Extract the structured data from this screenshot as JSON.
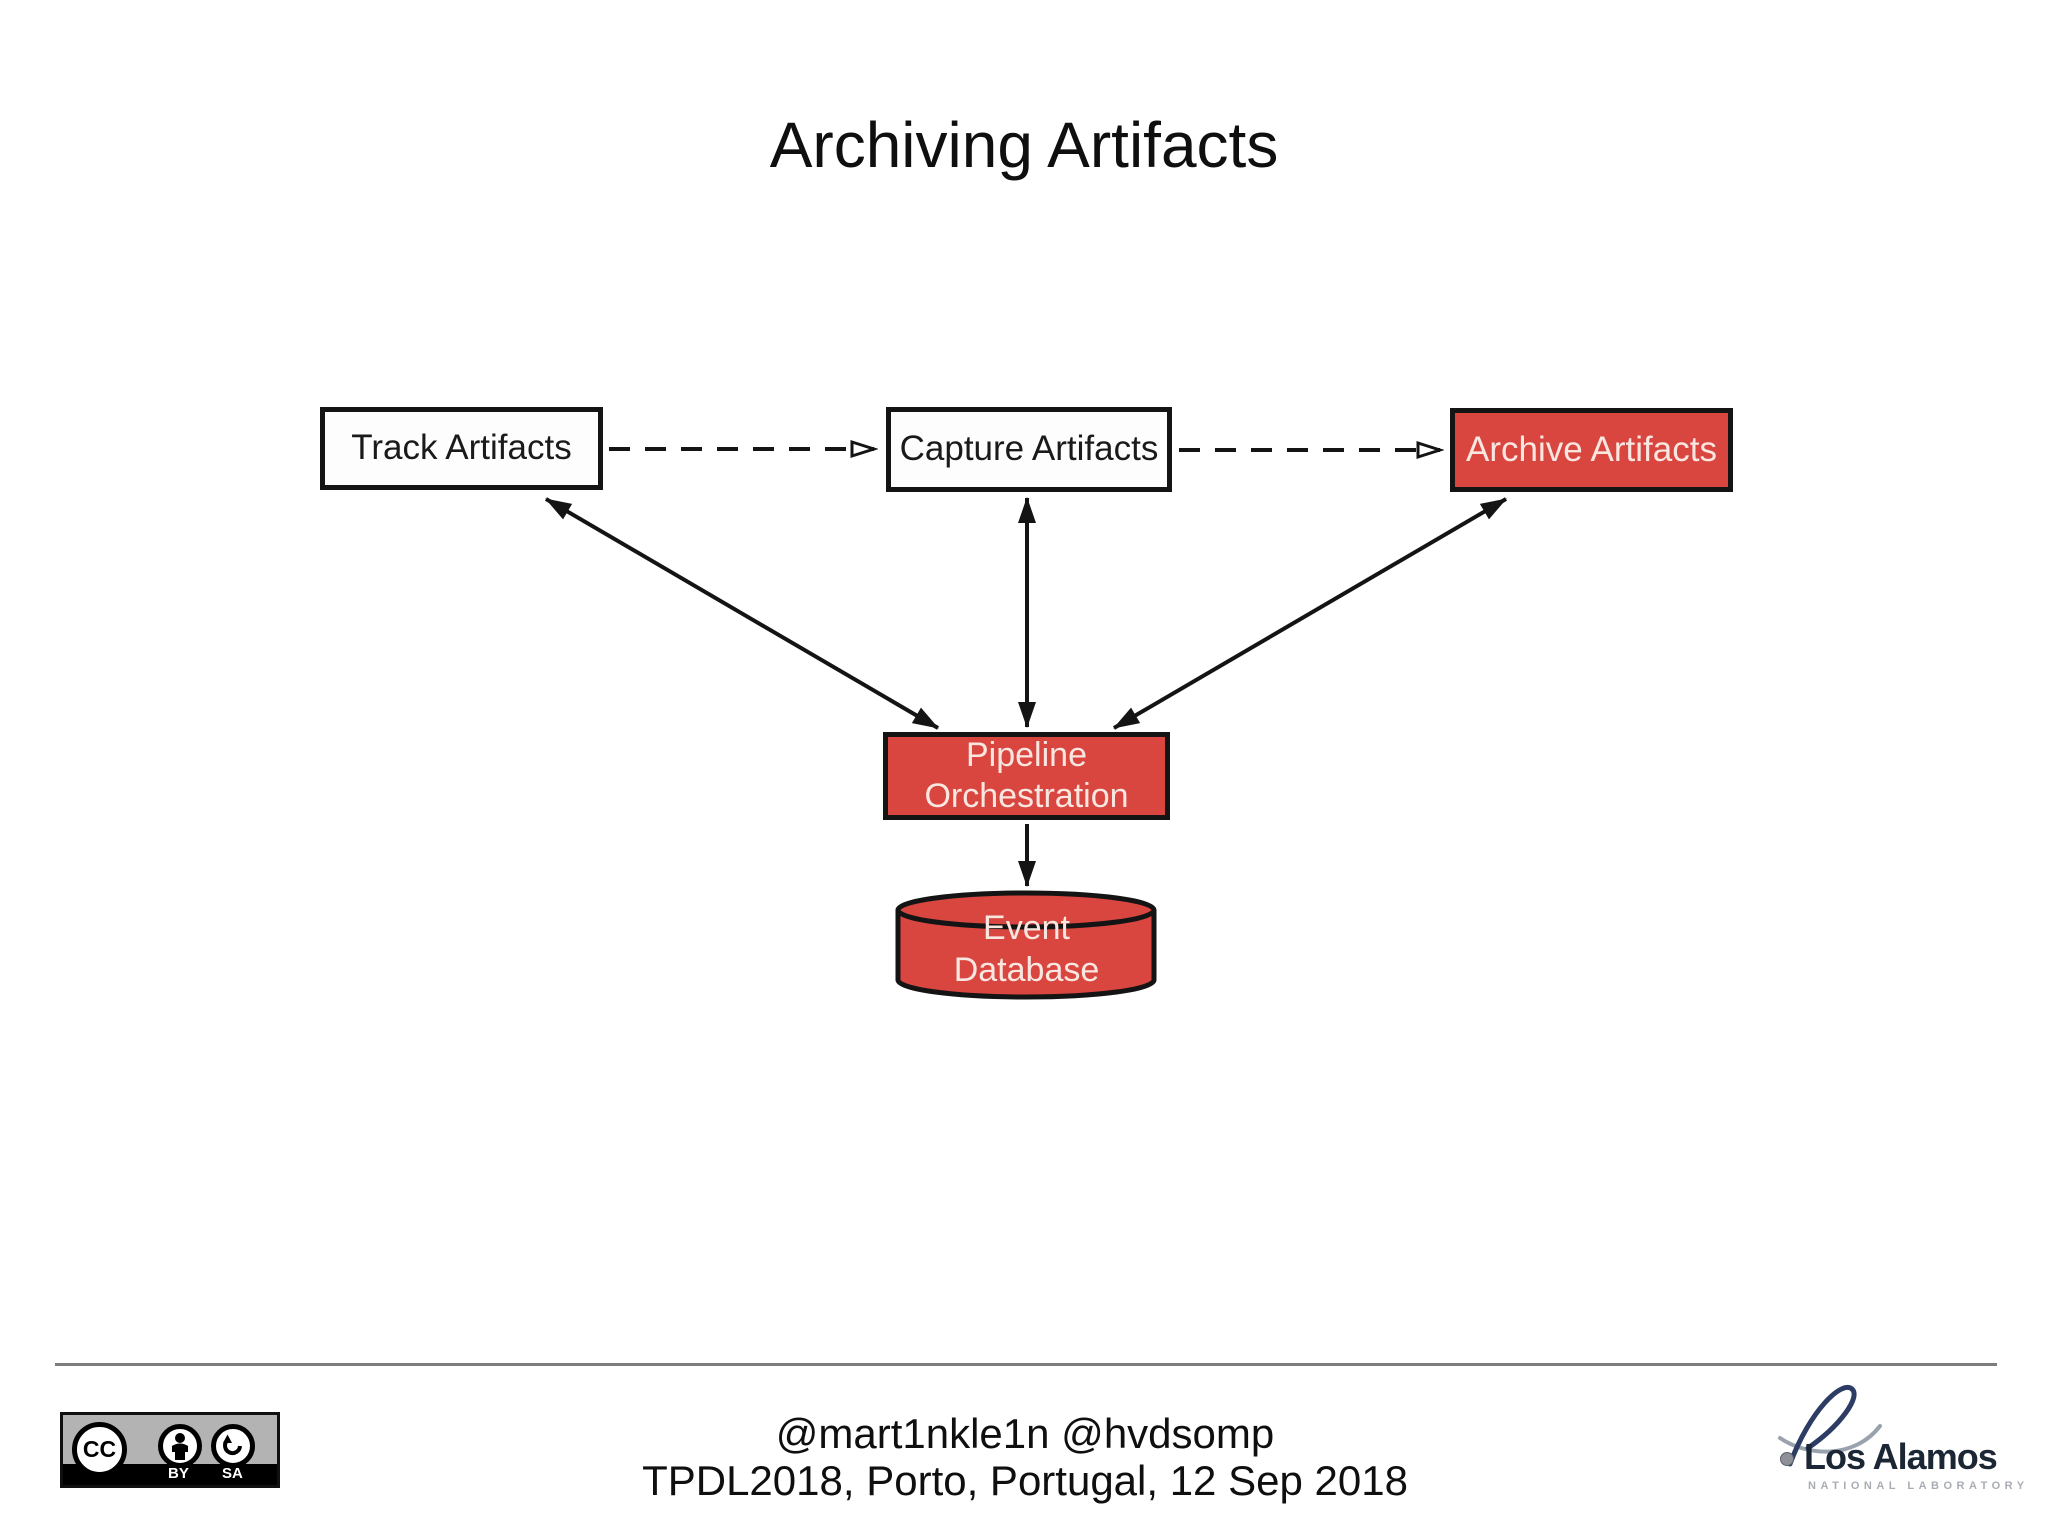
{
  "slide": {
    "title": "Archiving Artifacts",
    "diagram": {
      "track": {
        "label": "Track Artifacts",
        "type": "box",
        "variant": "white"
      },
      "capture": {
        "label": "Capture Artifacts",
        "type": "box",
        "variant": "white"
      },
      "archive": {
        "label": "Archive Artifacts",
        "type": "box",
        "variant": "red"
      },
      "pipeline": {
        "label": "Pipeline\nOrchestration",
        "type": "box",
        "variant": "red"
      },
      "event_db": {
        "label": "Event\nDatabase",
        "type": "cylinder",
        "variant": "red"
      },
      "edges": [
        {
          "from": "track",
          "to": "capture",
          "style": "dashed",
          "arrow": "open-end"
        },
        {
          "from": "capture",
          "to": "archive",
          "style": "dashed",
          "arrow": "open-end"
        },
        {
          "from": "track",
          "to": "pipeline",
          "style": "solid",
          "arrow": "both"
        },
        {
          "from": "capture",
          "to": "pipeline",
          "style": "solid",
          "arrow": "both"
        },
        {
          "from": "archive",
          "to": "pipeline",
          "style": "solid",
          "arrow": "both"
        },
        {
          "from": "pipeline",
          "to": "event_db",
          "style": "solid",
          "arrow": "end"
        }
      ]
    },
    "footer": {
      "handles": "@mart1nkle1n @hvdsomp",
      "venue": "TPDL2018, Porto, Portugal, 12 Sep 2018",
      "license": {
        "cc": "CC",
        "by": "BY",
        "sa": "SA"
      },
      "logo": {
        "name": "Los Alamos",
        "subtitle": "NATIONAL LABORATORY"
      }
    },
    "colors": {
      "node_red": "#d8463f",
      "node_text_light": "#f9e6e1",
      "line_black": "#141414",
      "logo_navy": "#27375f",
      "divider_gray": "#7d7d7d"
    }
  }
}
